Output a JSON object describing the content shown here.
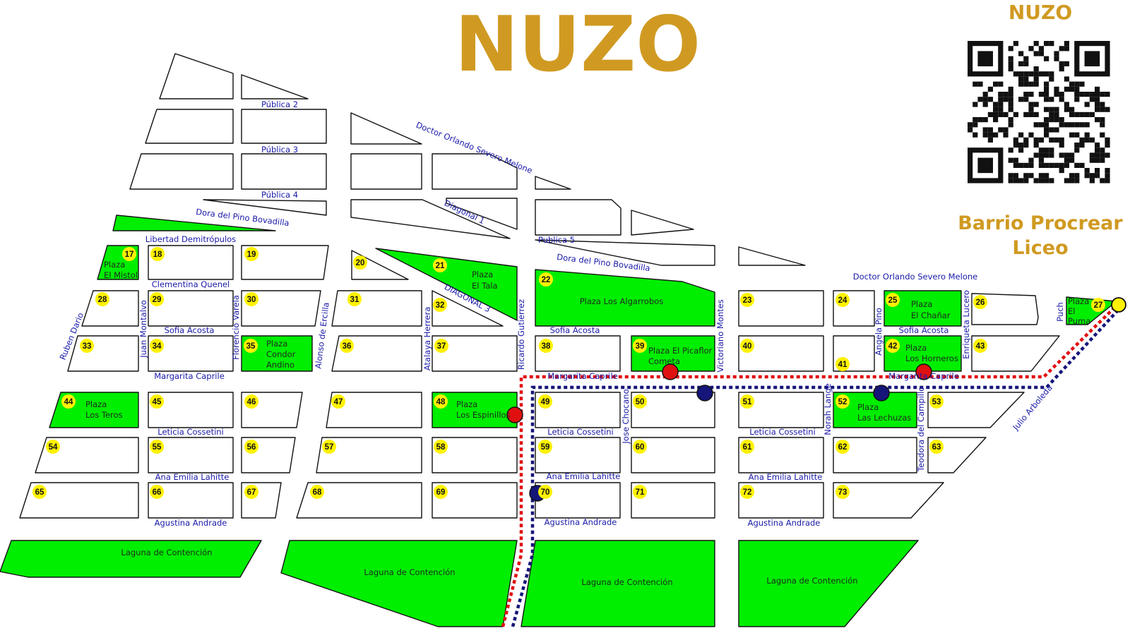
{
  "title": "NUZO",
  "brand": {
    "name": "NUZO",
    "barrio_line1": "Barrio Procrear",
    "barrio_line2": "Liceo"
  },
  "colors": {
    "title": "#d09a22",
    "green_area": "#00ee00",
    "street_label": "#1a1aa8",
    "route_red": "#e01010",
    "route_blue": "#15157a",
    "number_badge": "#fff200"
  },
  "qr_code": "qr-code",
  "streets": {
    "publica2": "Pública 2",
    "publica3": "Pública 3",
    "publica4": "Pública 4",
    "publica5": "Publica 5",
    "dora1": "Dora del Pino Bovadilla",
    "dora2": "Dora del Pino Bovadilla",
    "libertad": "Libertad Demitrópulos",
    "orlando1": "Doctor Orlando Severo Melone",
    "orlando2": "Doctor Orlando Severo Melone",
    "diagonal1": "Diagonal 1",
    "diagonal3": "DIAGONAL 3",
    "clementina": "Clementina Quenel",
    "sofia1": "Sofia Acosta",
    "sofia2": "Sofia Acosta",
    "sofia3": "Sofia Acosta",
    "margarita1": "Margarita Caprile",
    "margarita2": "Margarita Caprile",
    "margarita3": "Margarita Caprile",
    "leticia1": "Leticia Cossetini",
    "leticia2": "Leticia Cossetini",
    "leticia3": "Leticia Cossetini",
    "ana1": "Ana Emilia Lahitte",
    "ana2": "Ana Emilia Lahitte",
    "ana3": "Ana Emilia Lahitte",
    "agustina1": "Agustina Andrade",
    "agustina2": "Agustina Andrade",
    "agustina3": "Agustina Andrade",
    "ruben": "Ruben Dario",
    "juan": "Juan Montalvo",
    "florencio": "Florencio Varela",
    "alonso": "Alonso de Ercilla",
    "atalaya": "Atalaya Herrera",
    "ricardo": "Ricardo Gutierrez",
    "victoriano": "Victoriano Montes",
    "jose": "Jose Chocano",
    "norah": "Norah Lange",
    "angela": "Angela Pino",
    "enriqueta": "Enriqueta Lucero",
    "teodora": "Teodora del Campillo",
    "puch": "Puch",
    "julio": "Julio Arboleda"
  },
  "plazas": {
    "p17a": "Plaza",
    "p17b": "El Mistol",
    "p21a": "Plaza",
    "p21b": "El Tala",
    "p22": "Plaza Los Algarrobos",
    "p25a": "Plaza",
    "p25b": "El Chañar",
    "p27a": "Plaza",
    "p27b": "El",
    "p27c": "Puma",
    "p35a": "Plaza",
    "p35b": "Condor",
    "p35c": "Andino",
    "p39a": "Plaza El Picaflor",
    "p39b": "Cometa",
    "p42a": "Plaza",
    "p42b": "Los Horneros",
    "p44a": "Plaza",
    "p44b": "Los Teros",
    "p48a": "Plaza",
    "p48b": "Los Espinillos",
    "p52a": "Plaza",
    "p52b": "Las Lechuzas"
  },
  "lagunas": [
    "Laguna de Contención",
    "Laguna de Contención",
    "Laguna de Contención",
    "Laguna de Contención"
  ],
  "block_numbers": {
    "b17": "17",
    "b18": "18",
    "b19": "19",
    "b20": "20",
    "b21": "21",
    "b22": "22",
    "b23": "23",
    "b24": "24",
    "b25": "25",
    "b26": "26",
    "b27": "27",
    "b28": "28",
    "b29": "29",
    "b30": "30",
    "b31": "31",
    "b32": "32",
    "b33": "33",
    "b34": "34",
    "b35": "35",
    "b36": "36",
    "b37": "37",
    "b38": "38",
    "b39": "39",
    "b40": "40",
    "b41": "41",
    "b42": "42",
    "b43": "43",
    "b44": "44",
    "b45": "45",
    "b46": "46",
    "b47": "47",
    "b48": "48",
    "b49": "49",
    "b50": "50",
    "b51": "51",
    "b52": "52",
    "b53": "53",
    "b54": "54",
    "b55": "55",
    "b56": "56",
    "b57": "57",
    "b58": "58",
    "b59": "59",
    "b60": "60",
    "b61": "61",
    "b62": "62",
    "b63": "63",
    "b65": "65",
    "b66": "66",
    "b67": "67",
    "b68": "68",
    "b69": "69",
    "b70": "70",
    "b71": "71",
    "b72": "72",
    "b73": "73"
  }
}
